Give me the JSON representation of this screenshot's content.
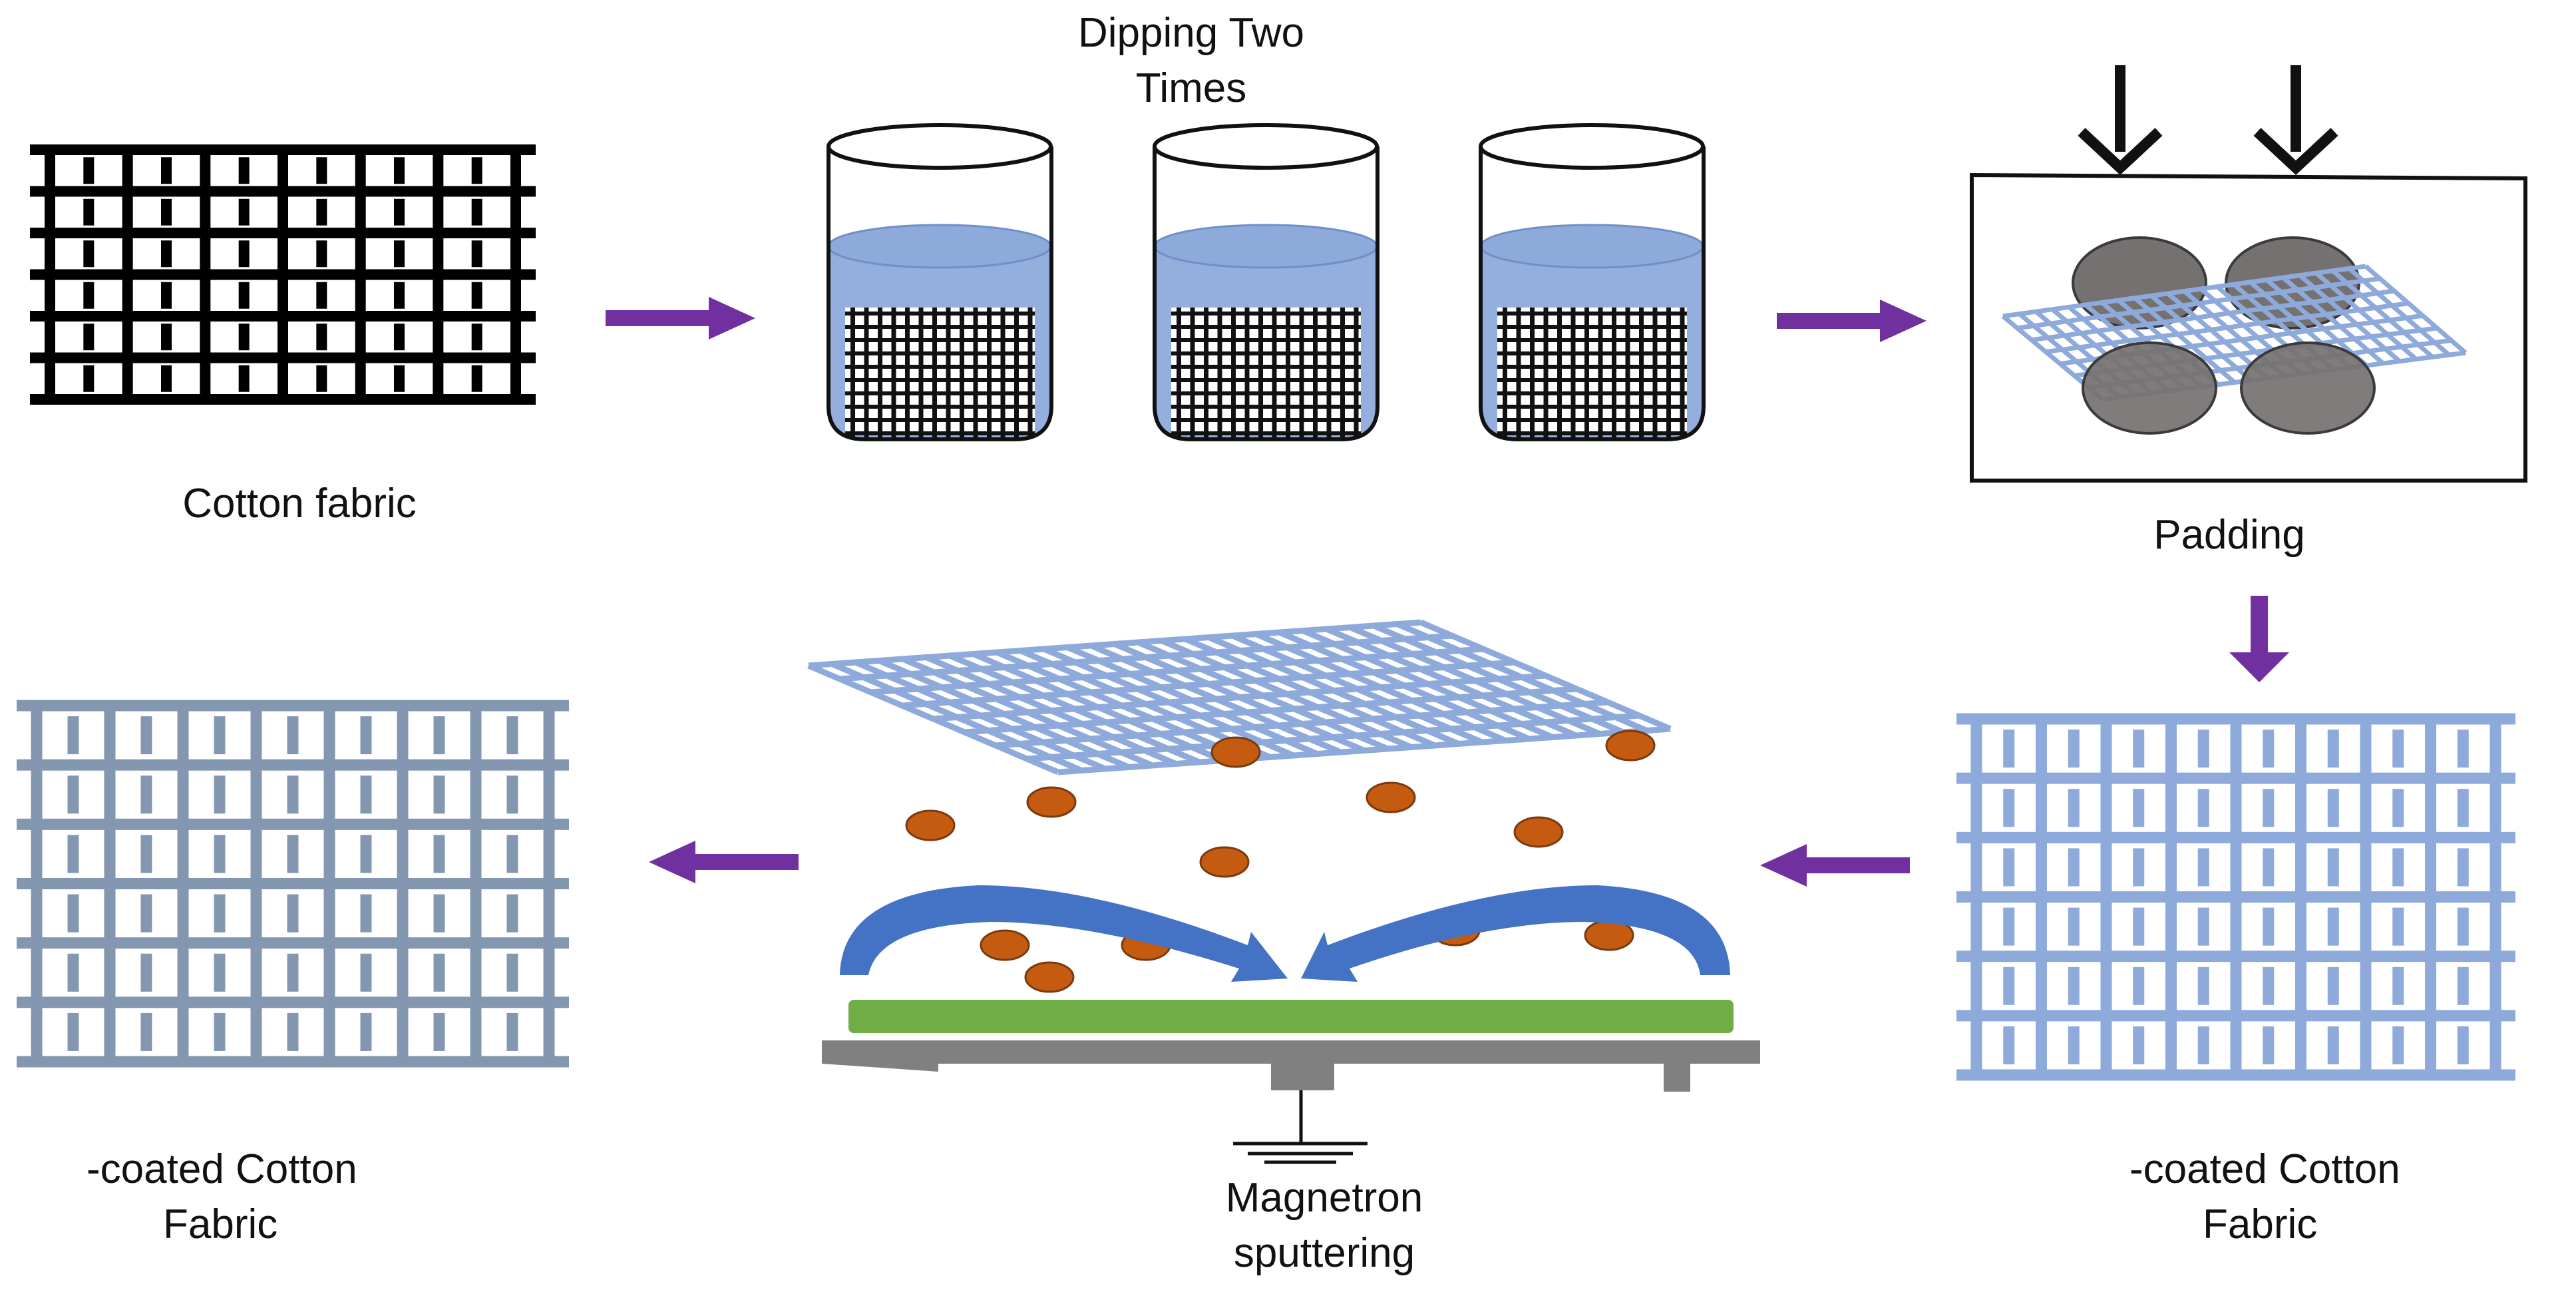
{
  "labels": {
    "cotton_fabric": "Cotton fabric",
    "dipping_line1": "Dipping Two",
    "dipping_line2": "Times",
    "padding": "Padding",
    "coated_left_line1": "-coated Cotton",
    "coated_left_line2": "Fabric",
    "coated_right_line1": "-coated Cotton",
    "coated_right_line2": "Fabric",
    "magnetron_line1": "Magnetron",
    "magnetron_line2": "sputtering"
  },
  "colors": {
    "arrow": "#7030a0",
    "solution": "#8eaadb",
    "coated_fabric": "#8eaadb",
    "final_fabric": "#8497b0",
    "roller": "#767171",
    "particle": "#c55a11",
    "plasma_arrow": "#4472c4",
    "target": "#70ad47",
    "base": "#808080",
    "raw_fabric": "#000000"
  },
  "steps": [
    "Cotton fabric",
    "Dipping Two Times",
    "Padding",
    "-coated Cotton Fabric",
    "Magnetron sputtering",
    "-coated Cotton Fabric"
  ]
}
